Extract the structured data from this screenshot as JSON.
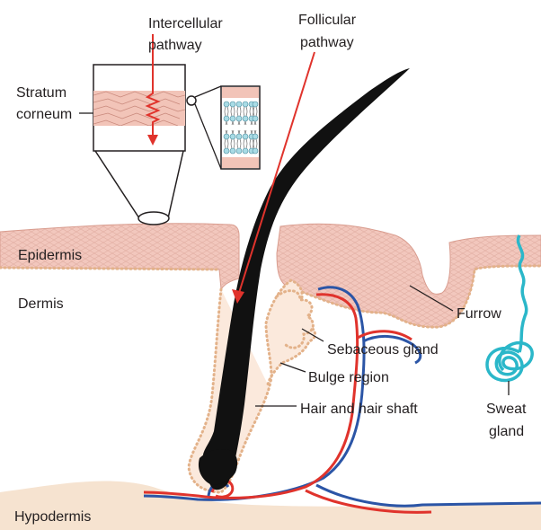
{
  "labels": {
    "intercellular_line1": "Intercellular",
    "intercellular_line2": "pathway",
    "follicular_line1": "Follicular",
    "follicular_line2": "pathway",
    "stratum_line1": "Stratum",
    "stratum_line2": "corneum",
    "epidermis": "Epidermis",
    "dermis": "Dermis",
    "hypodermis": "Hypodermis",
    "furrow": "Furrow",
    "sebaceous_gland": "Sebaceous gland",
    "bulge_region": "Bulge region",
    "hair_and_shaft": "Hair and hair shaft",
    "sweat_line1": "Sweat",
    "sweat_line2": "gland"
  },
  "colors": {
    "epidermis": "#f2c7bd",
    "epidermis_edge": "#d99c8e",
    "hypodermis": "#f6e3d0",
    "follicle_dots": "#e3b28a",
    "hair": "#111111",
    "pathway_arrow": "#e0332c",
    "artery": "#e0332c",
    "vein": "#2b55a6",
    "sweat_gland": "#2bb7c9",
    "lipid_head": "#a9dbe5",
    "stratum_layer": "#f2c4b8"
  }
}
